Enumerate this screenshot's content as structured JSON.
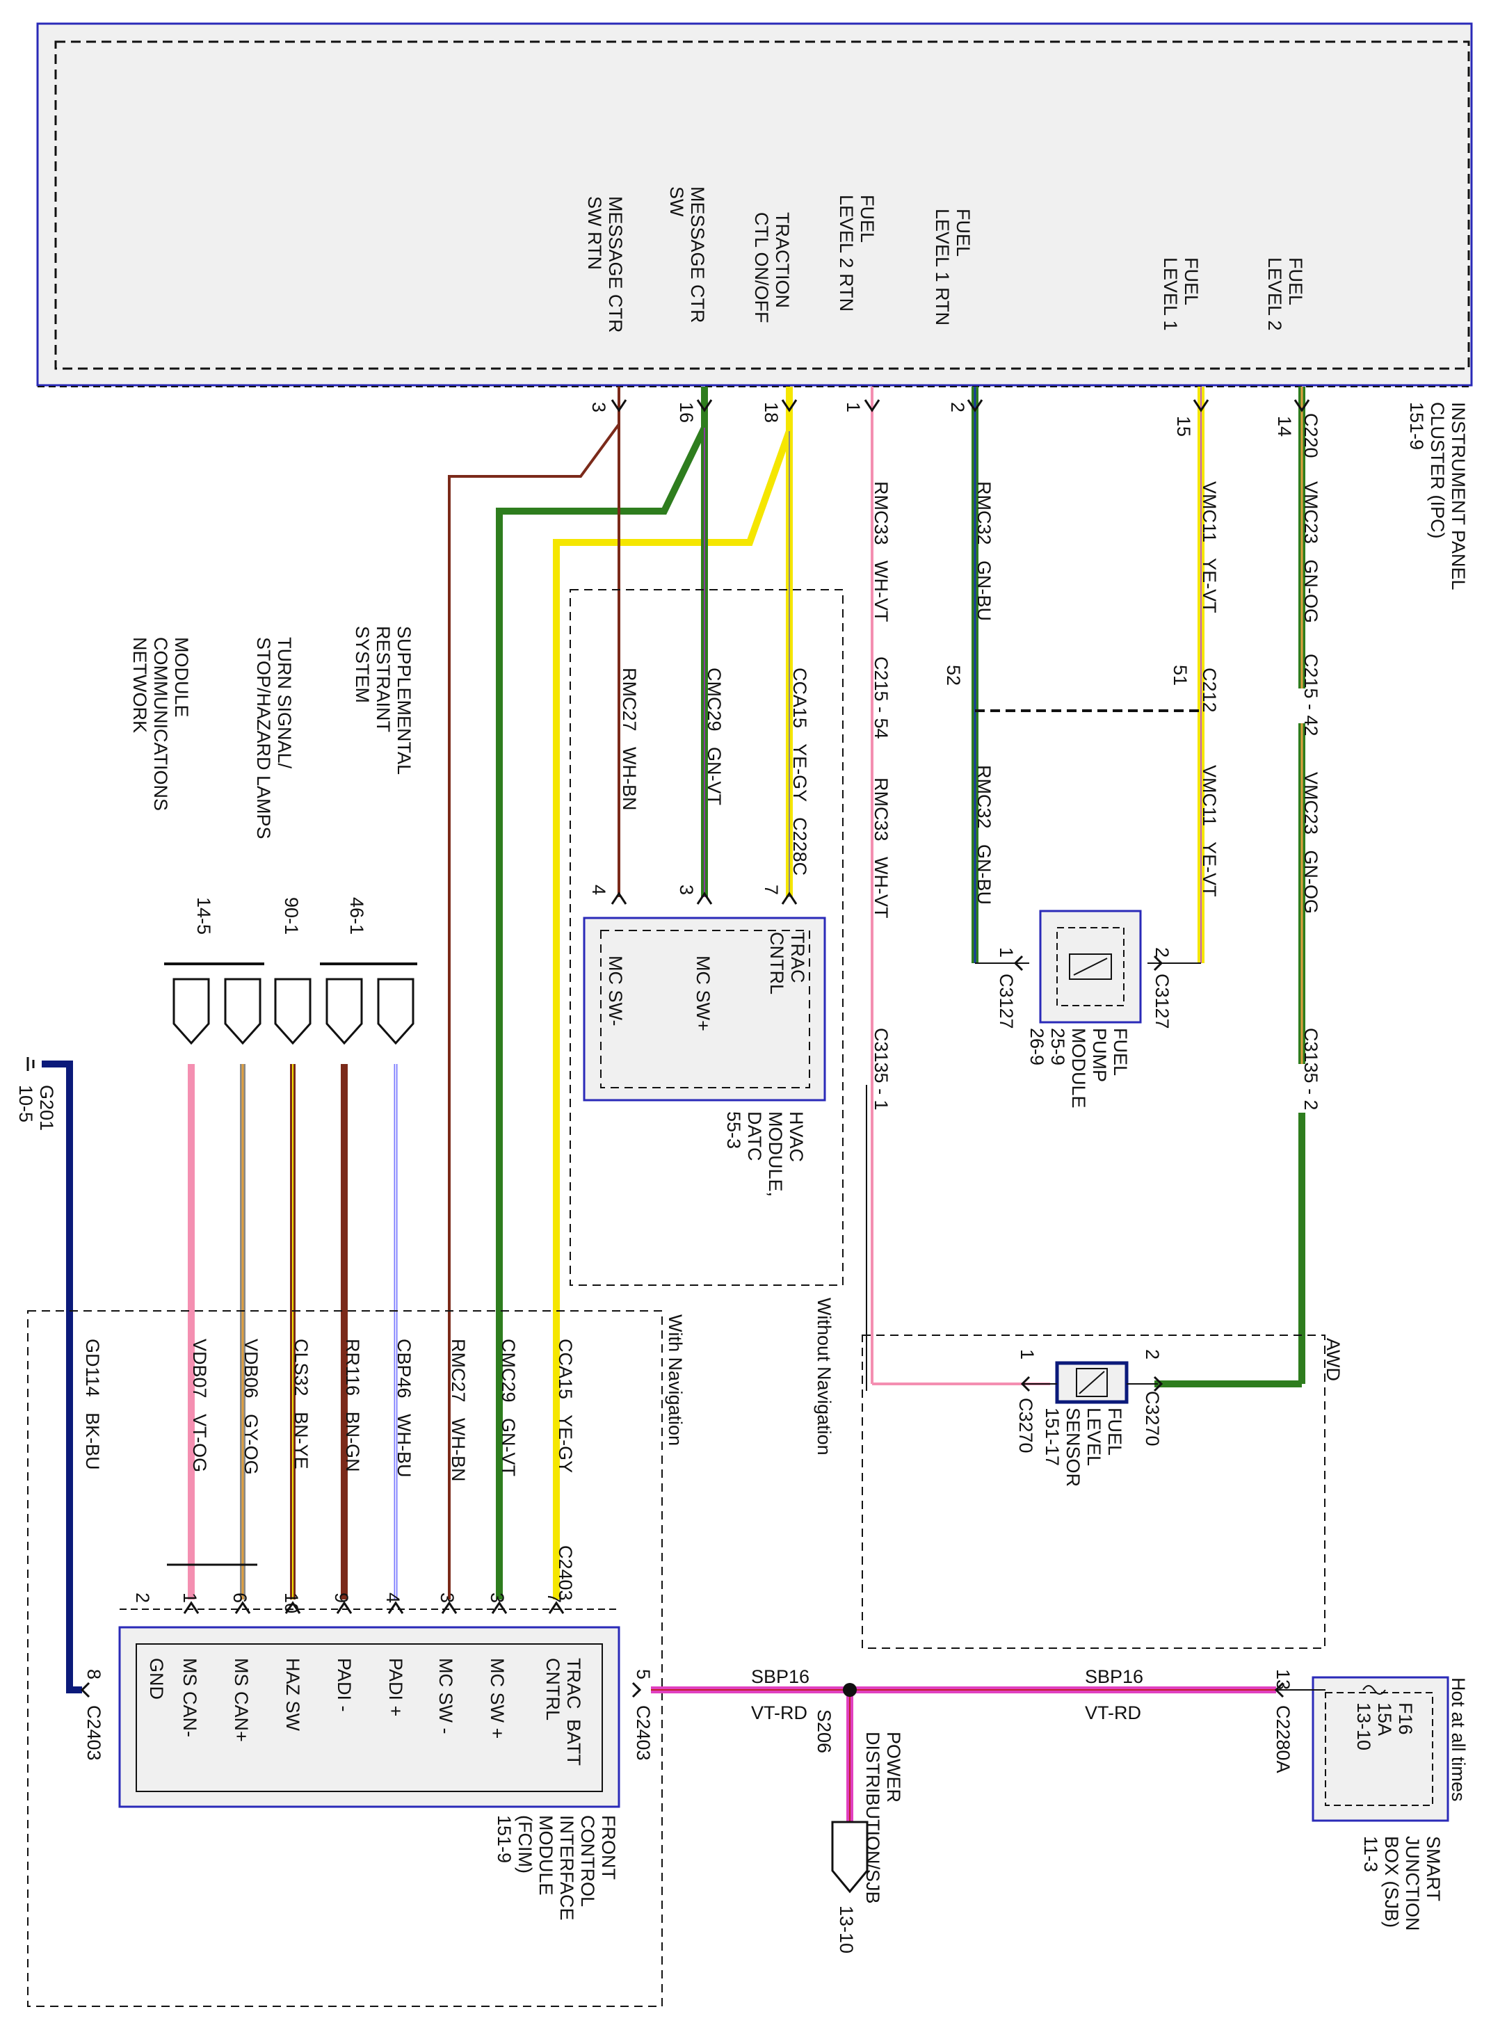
{
  "modules": {
    "ipc": {
      "name": "INSTRUMENT PANEL\nCLUSTER (IPC)\n151-9",
      "pins": [
        {
          "label": "FUEL\nLEVEL 2",
          "pin": "14",
          "conn": "C220"
        },
        {
          "label": "FUEL\nLEVEL 1",
          "pin": "15",
          "conn": ""
        },
        {
          "label": "FUEL\nLEVEL 1 RTN",
          "pin": "2",
          "conn": ""
        },
        {
          "label": "FUEL\nLEVEL 2 RTN",
          "pin": "1",
          "conn": ""
        },
        {
          "label": "TRACTION\nCTL ON/OFF",
          "pin": "18",
          "conn": ""
        },
        {
          "label": "MESSAGE CTR\nSW",
          "pin": "16",
          "conn": ""
        },
        {
          "label": "MESSAGE CTR\nSW RTN",
          "pin": "3",
          "conn": ""
        }
      ]
    },
    "hvac": {
      "name": "HVAC\nMODULE,\nDATC\n55-3",
      "pins": [
        {
          "label": "TRAC\nCNTRL",
          "pin": "7",
          "conn": "C228C"
        },
        {
          "label": "MC SW+",
          "pin": "3",
          "conn": ""
        },
        {
          "label": "MC SW-",
          "pin": "4",
          "conn": ""
        }
      ]
    },
    "fuel_pump": {
      "name": "FUEL\nPUMP\nMODULE\n25-9\n26-9",
      "pin_left": "1",
      "pin_right": "2",
      "conn_left": "C3127",
      "conn_right": "C3127"
    },
    "fuel_level_sensor": {
      "name": "FUEL\nLEVEL\nSENSOR\n151-17",
      "pin_left": "1",
      "pin_right": "2",
      "conn_left": "C3270",
      "conn_right": "C3270"
    },
    "fcim": {
      "name": "FRONT\nCONTROL\nINTERFACE\nMODULE\n(FCIM)\n151-9",
      "conn": "C2403",
      "pins": [
        {
          "label": "TRAC\nCNTRL",
          "pin": "7",
          "sub": "BATT"
        },
        {
          "label": "MC SW +",
          "pin": "3"
        },
        {
          "label": "MC SW -",
          "pin": "3"
        },
        {
          "label": "PADI +",
          "pin": "4"
        },
        {
          "label": "PADI -",
          "pin": "9"
        },
        {
          "label": "HAZ SW",
          "pin": "10"
        },
        {
          "label": "MS CAN+",
          "pin": "6"
        },
        {
          "label": "MS CAN-",
          "pin": "1"
        },
        {
          "label": "GND",
          "pin": "2"
        }
      ],
      "batt_pin": "5",
      "gnd_pin": "8",
      "batt_conn": "C2403",
      "gnd_conn": "C2403"
    },
    "sjb": {
      "name": "SMART\nJUNCTION\nBOX (SJB)\n11-3",
      "hot": "Hot at all times",
      "fuse": "F16\n15A\n13-10",
      "pin": "13",
      "conn": "C2280A"
    }
  },
  "wires": {
    "ipc_side": [
      {
        "circuit": "VMC23",
        "color": "GN-OG"
      },
      {
        "circuit": "VMC11",
        "color": "YE-VT"
      },
      {
        "circuit": "RMC32",
        "color": "GN-BU"
      },
      {
        "circuit": "RMC33",
        "color": "WH-VT"
      }
    ],
    "lower_side": [
      {
        "circuit": "VMC23",
        "color": "GN-OG"
      },
      {
        "circuit": "VMC11",
        "color": "YE-VT"
      },
      {
        "circuit": "RMC32",
        "color": "GN-BU"
      },
      {
        "circuit": "RMC33",
        "color": "WH-VT"
      }
    ],
    "hvac_side": [
      {
        "circuit": "CCA15",
        "color": "YE-GY"
      },
      {
        "circuit": "CMC29",
        "color": "GN-VT"
      },
      {
        "circuit": "RMC27",
        "color": "WH-BN"
      }
    ],
    "fcim_side": [
      {
        "circuit": "CCA15",
        "color": "YE-GY"
      },
      {
        "circuit": "CMC29",
        "color": "GN-VT"
      },
      {
        "circuit": "RMC27",
        "color": "WH-BN"
      },
      {
        "circuit": "CBP46",
        "color": "WH-BU"
      },
      {
        "circuit": "RR116",
        "color": "BN-GN"
      },
      {
        "circuit": "CLS32",
        "color": "BN-YE"
      },
      {
        "circuit": "VDB06",
        "color": "GY-OG"
      },
      {
        "circuit": "VDB07",
        "color": "VT-OG"
      },
      {
        "circuit": "GD114",
        "color": "BK-BU"
      }
    ],
    "power": [
      {
        "circuit": "SBP16",
        "color": "VT-RD"
      },
      {
        "circuit": "SBP16",
        "color": "VT-RD"
      }
    ]
  },
  "connectors": {
    "c215_42": "C215 - 42",
    "c212": "C212",
    "c212_51": "51",
    "c212_52": "52",
    "c215_54": "C215 - 54",
    "c3135_2": "C3135 - 2",
    "c3135_1": "C3135 - 1",
    "s206": "S206",
    "power_dist": "POWER\nDISTRIBUTION/SJB",
    "power_ref": "13-10",
    "g201": "G201\n10-5"
  },
  "references": [
    {
      "label": "SUPPLEMENTAL\nRESTRAINT\nSYSTEM",
      "ref": "46-1"
    },
    {
      "label": "TURN SIGNAL/\nSTOP/HAZARD LAMPS",
      "ref": "90-1"
    },
    {
      "label": "MODULE\nCOMMUNICATIONS\nNETWORK",
      "ref": "14-5"
    }
  ],
  "options": {
    "awd": "AWD",
    "without_nav": "Without Navigation",
    "with_nav": "With Navigation"
  },
  "colors": {
    "frame": "#2a2ab8",
    "module_fill": "#f0f0f0",
    "green": "#2e7d1e",
    "yellow": "#f5e600",
    "pink": "#f48fb1",
    "magenta": "#e040c0",
    "brown": "#7b2a1a",
    "navy": "#0b1a7a"
  }
}
